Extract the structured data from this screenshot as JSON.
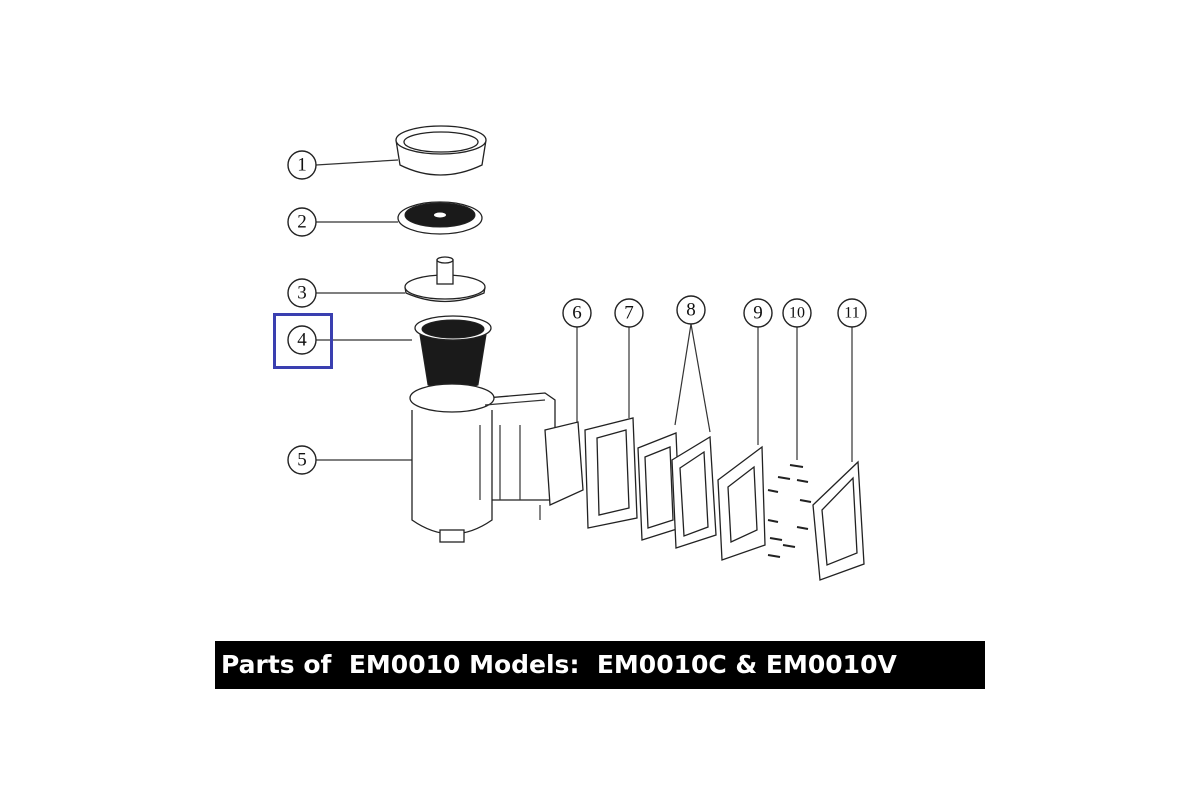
{
  "caption": "Parts of  EM0010 Models:  EM0010C & EM0010V",
  "callouts": [
    "1",
    "2",
    "3",
    "4",
    "5",
    "6",
    "7",
    "8",
    "9",
    "10",
    "11"
  ],
  "highlighted_callout": "4",
  "highlight_color": "#3a3fb0"
}
